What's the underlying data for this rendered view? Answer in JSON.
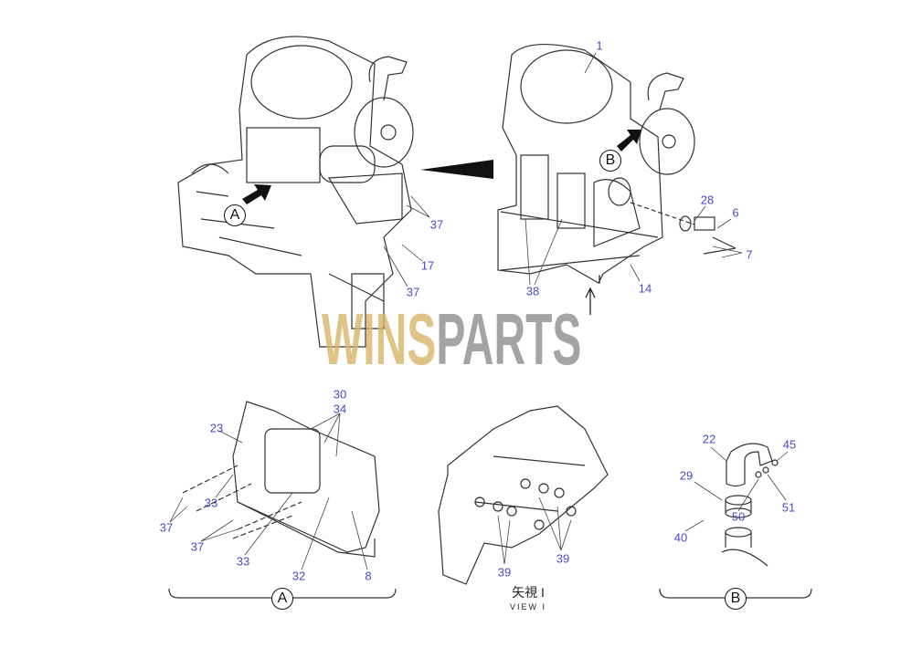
{
  "diagram": {
    "watermark": {
      "part1": "WINS",
      "part2": "PARTS"
    },
    "callouts_top": [
      "1",
      "37",
      "17",
      "37",
      "38",
      "14",
      "28",
      "6",
      "7"
    ],
    "callouts_detail_a": [
      "30",
      "34",
      "23",
      "33",
      "37",
      "37",
      "33",
      "32",
      "8"
    ],
    "callouts_view_i": [
      "39",
      "39"
    ],
    "callouts_detail_b": [
      "22",
      "45",
      "29",
      "50",
      "51",
      "40"
    ],
    "detail_markers": {
      "a": "A",
      "b": "B"
    },
    "view_caption": {
      "jp": "矢視 I",
      "en": "VIEW I"
    },
    "view_arrow_label": "I",
    "colors": {
      "callout": "#4a4ac8",
      "line": "#222222"
    }
  }
}
